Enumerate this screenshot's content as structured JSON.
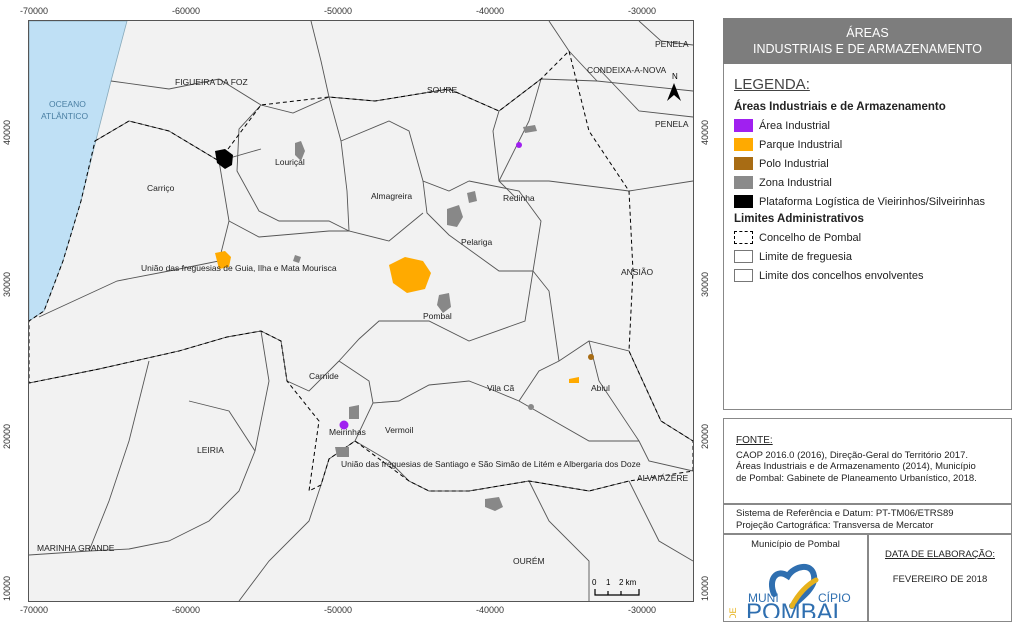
{
  "map": {
    "ticks_x": [
      "-70000",
      "-60000",
      "-50000",
      "-40000",
      "-30000"
    ],
    "ticks_y": [
      "40000",
      "30000",
      "20000",
      "10000"
    ],
    "ocean_label": [
      "OCEANO",
      "ATLÂNTICO"
    ],
    "places": [
      {
        "id": "figueira",
        "text": "FIGUEIRA DA FOZ"
      },
      {
        "id": "soure",
        "text": "SOURE"
      },
      {
        "id": "condeixa",
        "text": "CONDEIXA-A-NOVA"
      },
      {
        "id": "penela1",
        "text": "PENELA"
      },
      {
        "id": "penela2",
        "text": "PENELA"
      },
      {
        "id": "lourical",
        "text": "Louriçal"
      },
      {
        "id": "carrico",
        "text": "Carriço"
      },
      {
        "id": "almagreira",
        "text": "Almagreira"
      },
      {
        "id": "redinha",
        "text": "Redinha"
      },
      {
        "id": "pelariga",
        "text": "Pelariga"
      },
      {
        "id": "guia",
        "text": "União das freguesias de Guia, Ilha e Mata Mourisca"
      },
      {
        "id": "ansiao",
        "text": "ANSIÃO"
      },
      {
        "id": "pombal",
        "text": "Pombal"
      },
      {
        "id": "carnide",
        "text": "Carnide"
      },
      {
        "id": "vilaca",
        "text": "Vila Cã"
      },
      {
        "id": "abiul",
        "text": "Abiul"
      },
      {
        "id": "meirinhas",
        "text": "Meirinhas"
      },
      {
        "id": "vermoil",
        "text": "Vermoil"
      },
      {
        "id": "leiria",
        "text": "LEIRIA"
      },
      {
        "id": "santiago",
        "text": "União das freguesias de Santiago e São Simão de Litém e Albergaria dos Doze"
      },
      {
        "id": "alvaiazere",
        "text": "ALVAIÁZERE"
      },
      {
        "id": "marinha",
        "text": "MARINHA GRANDE"
      },
      {
        "id": "ourem",
        "text": "OURÉM"
      }
    ],
    "north_label": "N",
    "scale_labels": [
      "0",
      "1",
      "2 km"
    ]
  },
  "title": {
    "line1": "ÁREAS",
    "line2": "INDUSTRIAIS E DE ARMAZENAMENTO"
  },
  "legend": {
    "heading": "LEGENDA:",
    "group1_title": "Áreas Industriais e de Armazenamento",
    "group1_items": [
      {
        "label": "Área Industrial",
        "color": "#a020f0"
      },
      {
        "label": "Parque Industrial",
        "color": "#ffaa00"
      },
      {
        "label": "Polo Industrial",
        "color": "#a86c14"
      },
      {
        "label": "Zona Industrial",
        "color": "#8a8a8a"
      },
      {
        "label": "Plataforma Logística de Vieirinhos/Silveirinhas",
        "color": "#000000"
      }
    ],
    "group2_title": "Limites Administrativos",
    "group2_items": [
      {
        "label": "Concelho de Pombal",
        "style": "dashed"
      },
      {
        "label": "Limite de freguesia",
        "style": "thin"
      },
      {
        "label": "Limite dos concelhos envolventes",
        "style": "thin"
      }
    ]
  },
  "source": {
    "heading": "FONTE:",
    "line1": "CAOP 2016.0 (2016), Direção-Geral do Território 2017.",
    "line2": "Áreas Industriais e de Armazenamento (2014), Município",
    "line3": "de Pombal: Gabinete de Planeamento Urbanístico, 2018."
  },
  "reference": {
    "line1": "Sistema de Referência e Datum: PT-TM06/ETRS89",
    "line2": "Projeção Cartográfica: Transversa de Mercator"
  },
  "logo": {
    "caption": "Município de Pombal",
    "word_left": "MUNI",
    "word_right": "CÍPIO",
    "word_main": "POMBAL",
    "word_side": "DE"
  },
  "date": {
    "heading": "DATA DE ELABORAÇÃO:",
    "value": "FEVEREIRO DE 2018"
  }
}
